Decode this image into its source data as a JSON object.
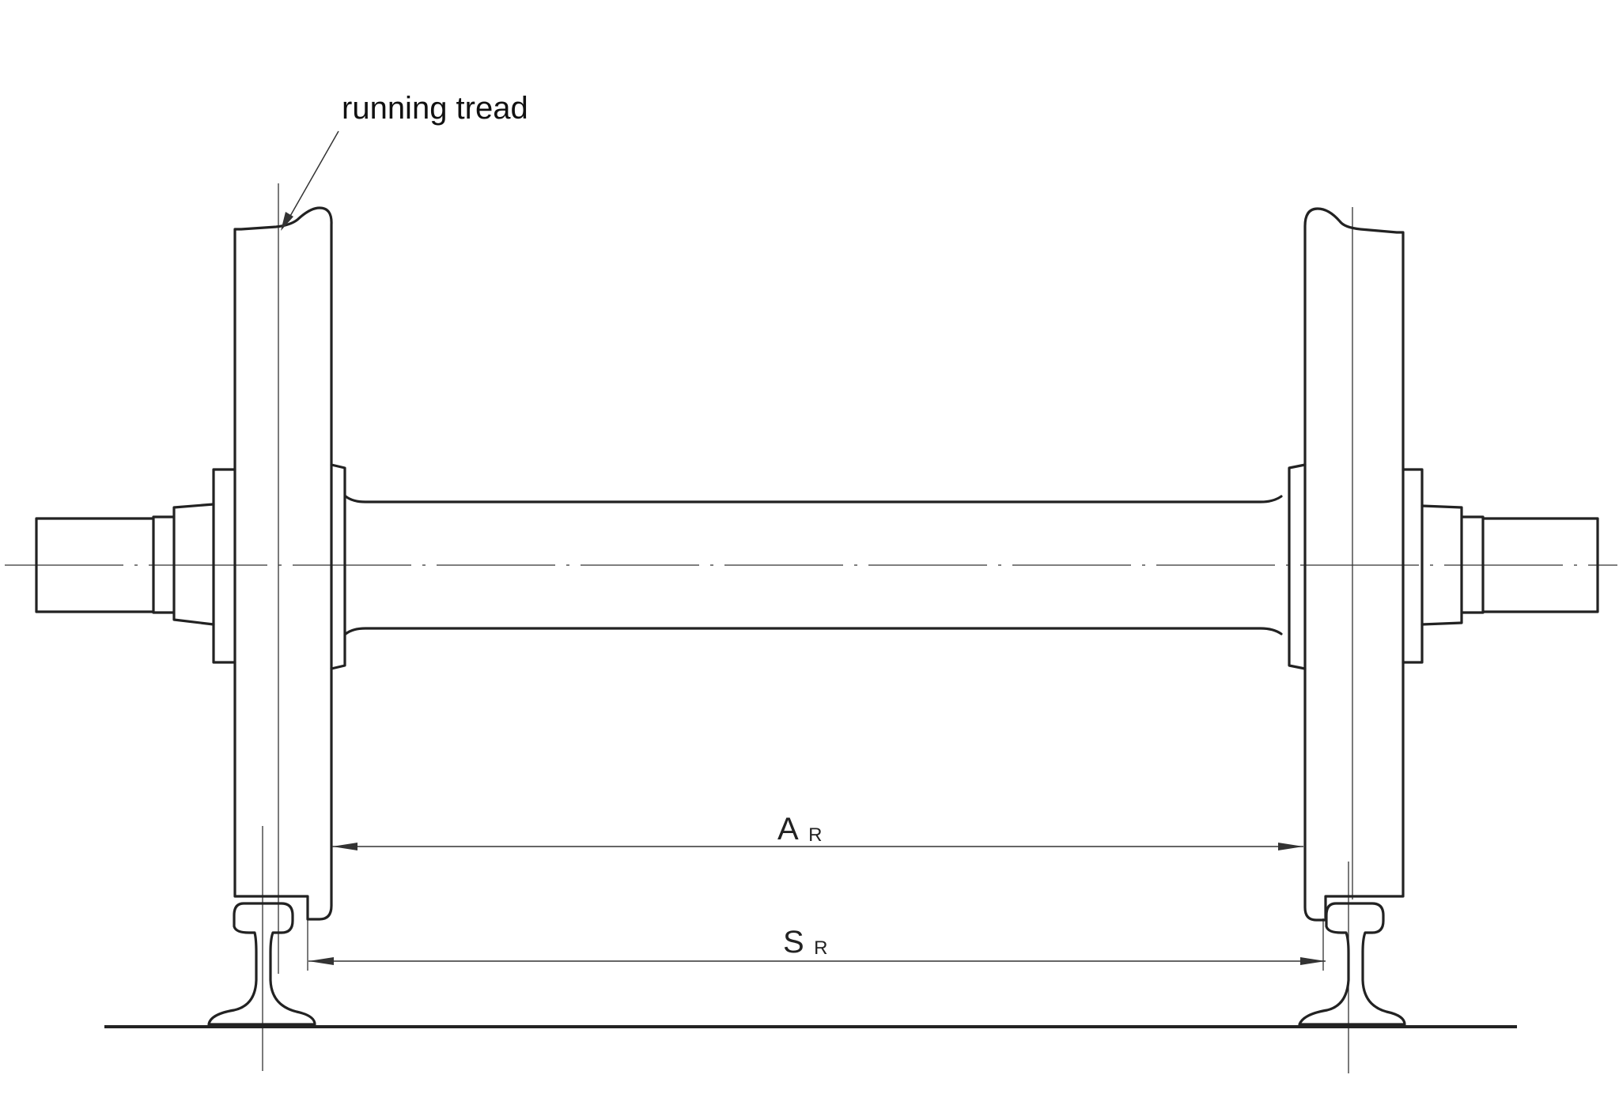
{
  "labels": {
    "running_tread": "running tread",
    "dim_a_main": "A",
    "dim_a_sub": "R",
    "dim_s_main": "S",
    "dim_s_sub": "R"
  }
}
